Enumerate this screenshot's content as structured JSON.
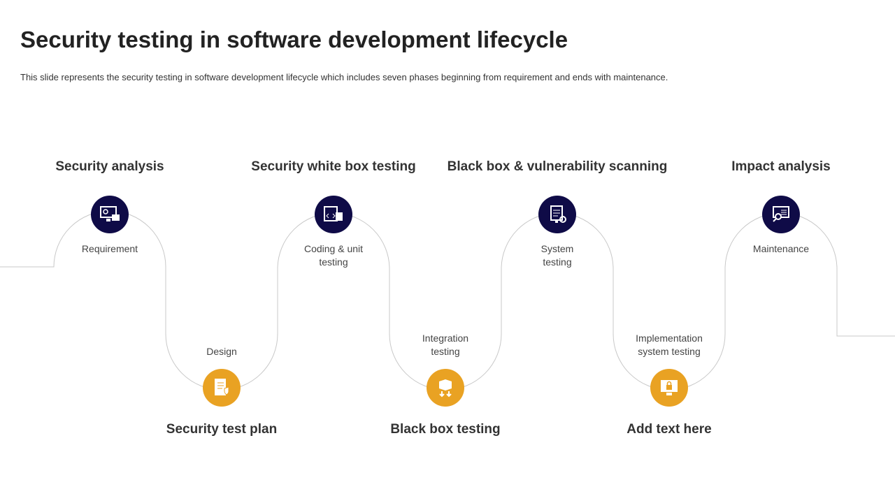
{
  "title": "Security testing in software development lifecycle",
  "subtitle": "This slide represents the security testing in software development lifecycle which includes seven phases beginning from requirement and ends with maintenance.",
  "colors": {
    "navy": "#0f0b47",
    "orange": "#e9a223",
    "line": "#c8c8c8"
  },
  "phases": [
    {
      "heading": "Security analysis",
      "label": "Requirement",
      "icon": "monitor-key-icon"
    },
    {
      "heading": "Security test plan",
      "label": "Design",
      "icon": "document-shield-icon"
    },
    {
      "heading": "Security white box testing",
      "label": "Coding & unit testing",
      "icon": "code-window-icon"
    },
    {
      "heading": "Black box testing",
      "label": "Integration testing",
      "icon": "box-arrows-icon"
    },
    {
      "heading": "Black box & vulnerability scanning",
      "label": "System testing",
      "icon": "clipboard-gear-icon"
    },
    {
      "heading": "Add text here",
      "label": "Implementation system testing",
      "icon": "monitor-lock-icon"
    },
    {
      "heading": "Impact analysis",
      "label": "Maintenance",
      "icon": "monitor-search-icon"
    }
  ]
}
